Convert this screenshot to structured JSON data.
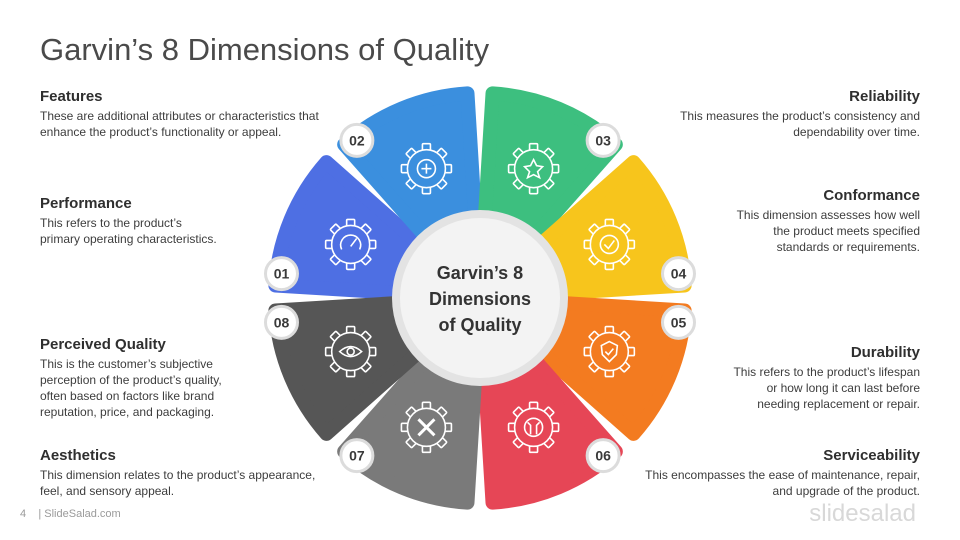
{
  "title": "Garvin’s 8 Dimensions of Quality",
  "center": {
    "line1": "Garvin’s 8",
    "line2": "Dimensions",
    "line3": "of Quality"
  },
  "dimensions": [
    {
      "num": "01",
      "title": "Performance",
      "desc": [
        "This refers to the product’s",
        "primary operating characteristics."
      ],
      "color": "#4e6fe3",
      "icon": "gauge-icon"
    },
    {
      "num": "02",
      "title": "Features",
      "desc": [
        "These are additional attributes or characteristics that",
        "enhance the product’s functionality or appeal."
      ],
      "color": "#3b8fde",
      "icon": "plus-gear-icon"
    },
    {
      "num": "03",
      "title": "Reliability",
      "desc": [
        "This measures the product’s consistency and",
        "dependability over time."
      ],
      "color": "#3dbf7f",
      "icon": "star-gear-icon"
    },
    {
      "num": "04",
      "title": "Conformance",
      "desc": [
        "This dimension assesses how well",
        "the product meets specified",
        "standards or requirements."
      ],
      "color": "#f7c51c",
      "icon": "check-gear-icon"
    },
    {
      "num": "05",
      "title": "Durability",
      "desc": [
        "This refers to the product’s lifespan",
        "or how long it can last before",
        "needing replacement or repair."
      ],
      "color": "#f37b20",
      "icon": "shield-gear-icon"
    },
    {
      "num": "06",
      "title": "Serviceability",
      "desc": [
        "This encompasses the ease of maintenance, repair,",
        "and upgrade of the product."
      ],
      "color": "#e64656",
      "icon": "wrench-gear-icon"
    },
    {
      "num": "07",
      "title": "Aesthetics",
      "desc": [
        "This dimension relates to the product’s appearance,",
        "feel, and sensory appeal."
      ],
      "color": "#7a7a7a",
      "icon": "ruler-pencil-gear-icon"
    },
    {
      "num": "08",
      "title": "Perceived Quality",
      "desc": [
        "This is the customer’s subjective",
        "perception of the product’s quality,",
        "often based on factors like brand",
        "reputation, price, and packaging."
      ],
      "color": "#565656",
      "icon": "eye-gear-icon"
    }
  ],
  "footer": {
    "page": "4",
    "site": "| SlideSalad.com",
    "brand": "slidesalad"
  }
}
